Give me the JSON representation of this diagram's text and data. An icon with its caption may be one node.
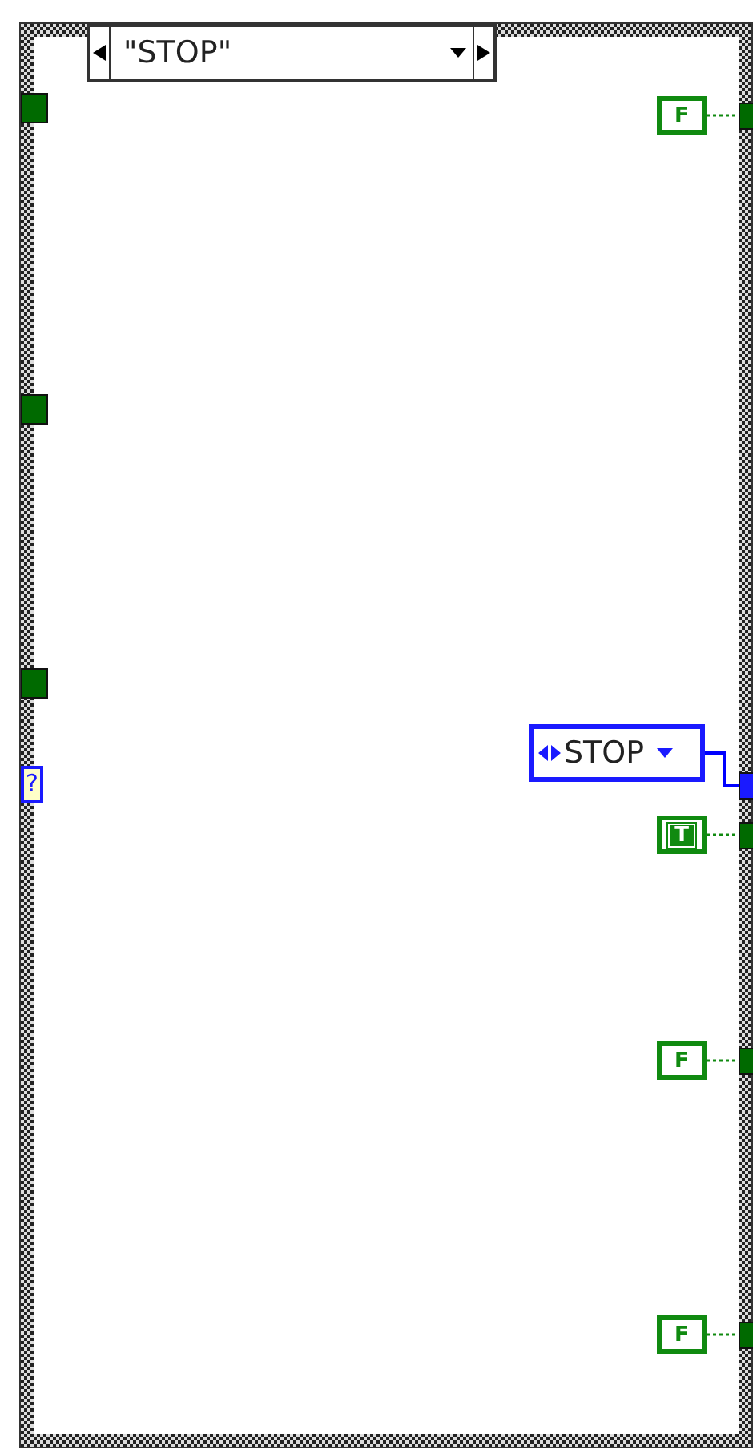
{
  "diagram": {
    "nodes": [
      {
        "text": [
          "\"STOP\""
        ]
      },
      {
        "text": [
          "?"
        ],
        "in": 0
      },
      {
        "text": [],
        "shape": "box",
        "in": 0
      },
      {
        "text": [],
        "shape": "box",
        "in": 0
      },
      {
        "text": [],
        "shape": "box",
        "in": 0
      },
      {
        "text": [
          "F"
        ],
        "in": 0
      },
      {
        "text": [],
        "shape": "box",
        "in": 0
      },
      {
        "text": [
          "STOP"
        ],
        "in": 0
      },
      {
        "text": [],
        "shape": "box",
        "in": 0
      },
      {
        "text": [
          "T"
        ],
        "in": 0
      },
      {
        "text": [],
        "shape": "box",
        "in": 0
      },
      {
        "text": [
          "F"
        ],
        "in": 0
      },
      {
        "text": [],
        "shape": "box",
        "in": 0
      },
      {
        "text": [
          "F"
        ],
        "in": 0
      },
      {
        "text": [],
        "shape": "box",
        "in": 0
      }
    ],
    "edges": [
      {
        "from": 5,
        "to": 6,
        "arrow": "none",
        "style": "dashed"
      },
      {
        "from": 7,
        "to": 8,
        "arrow": "none",
        "color": "#0000ff"
      },
      {
        "from": 9,
        "to": 10,
        "arrow": "none",
        "style": "dashed"
      },
      {
        "from": 11,
        "to": 12,
        "arrow": "none",
        "style": "dashed"
      },
      {
        "from": 13,
        "to": 14,
        "arrow": "none",
        "style": "dashed"
      }
    ]
  }
}
